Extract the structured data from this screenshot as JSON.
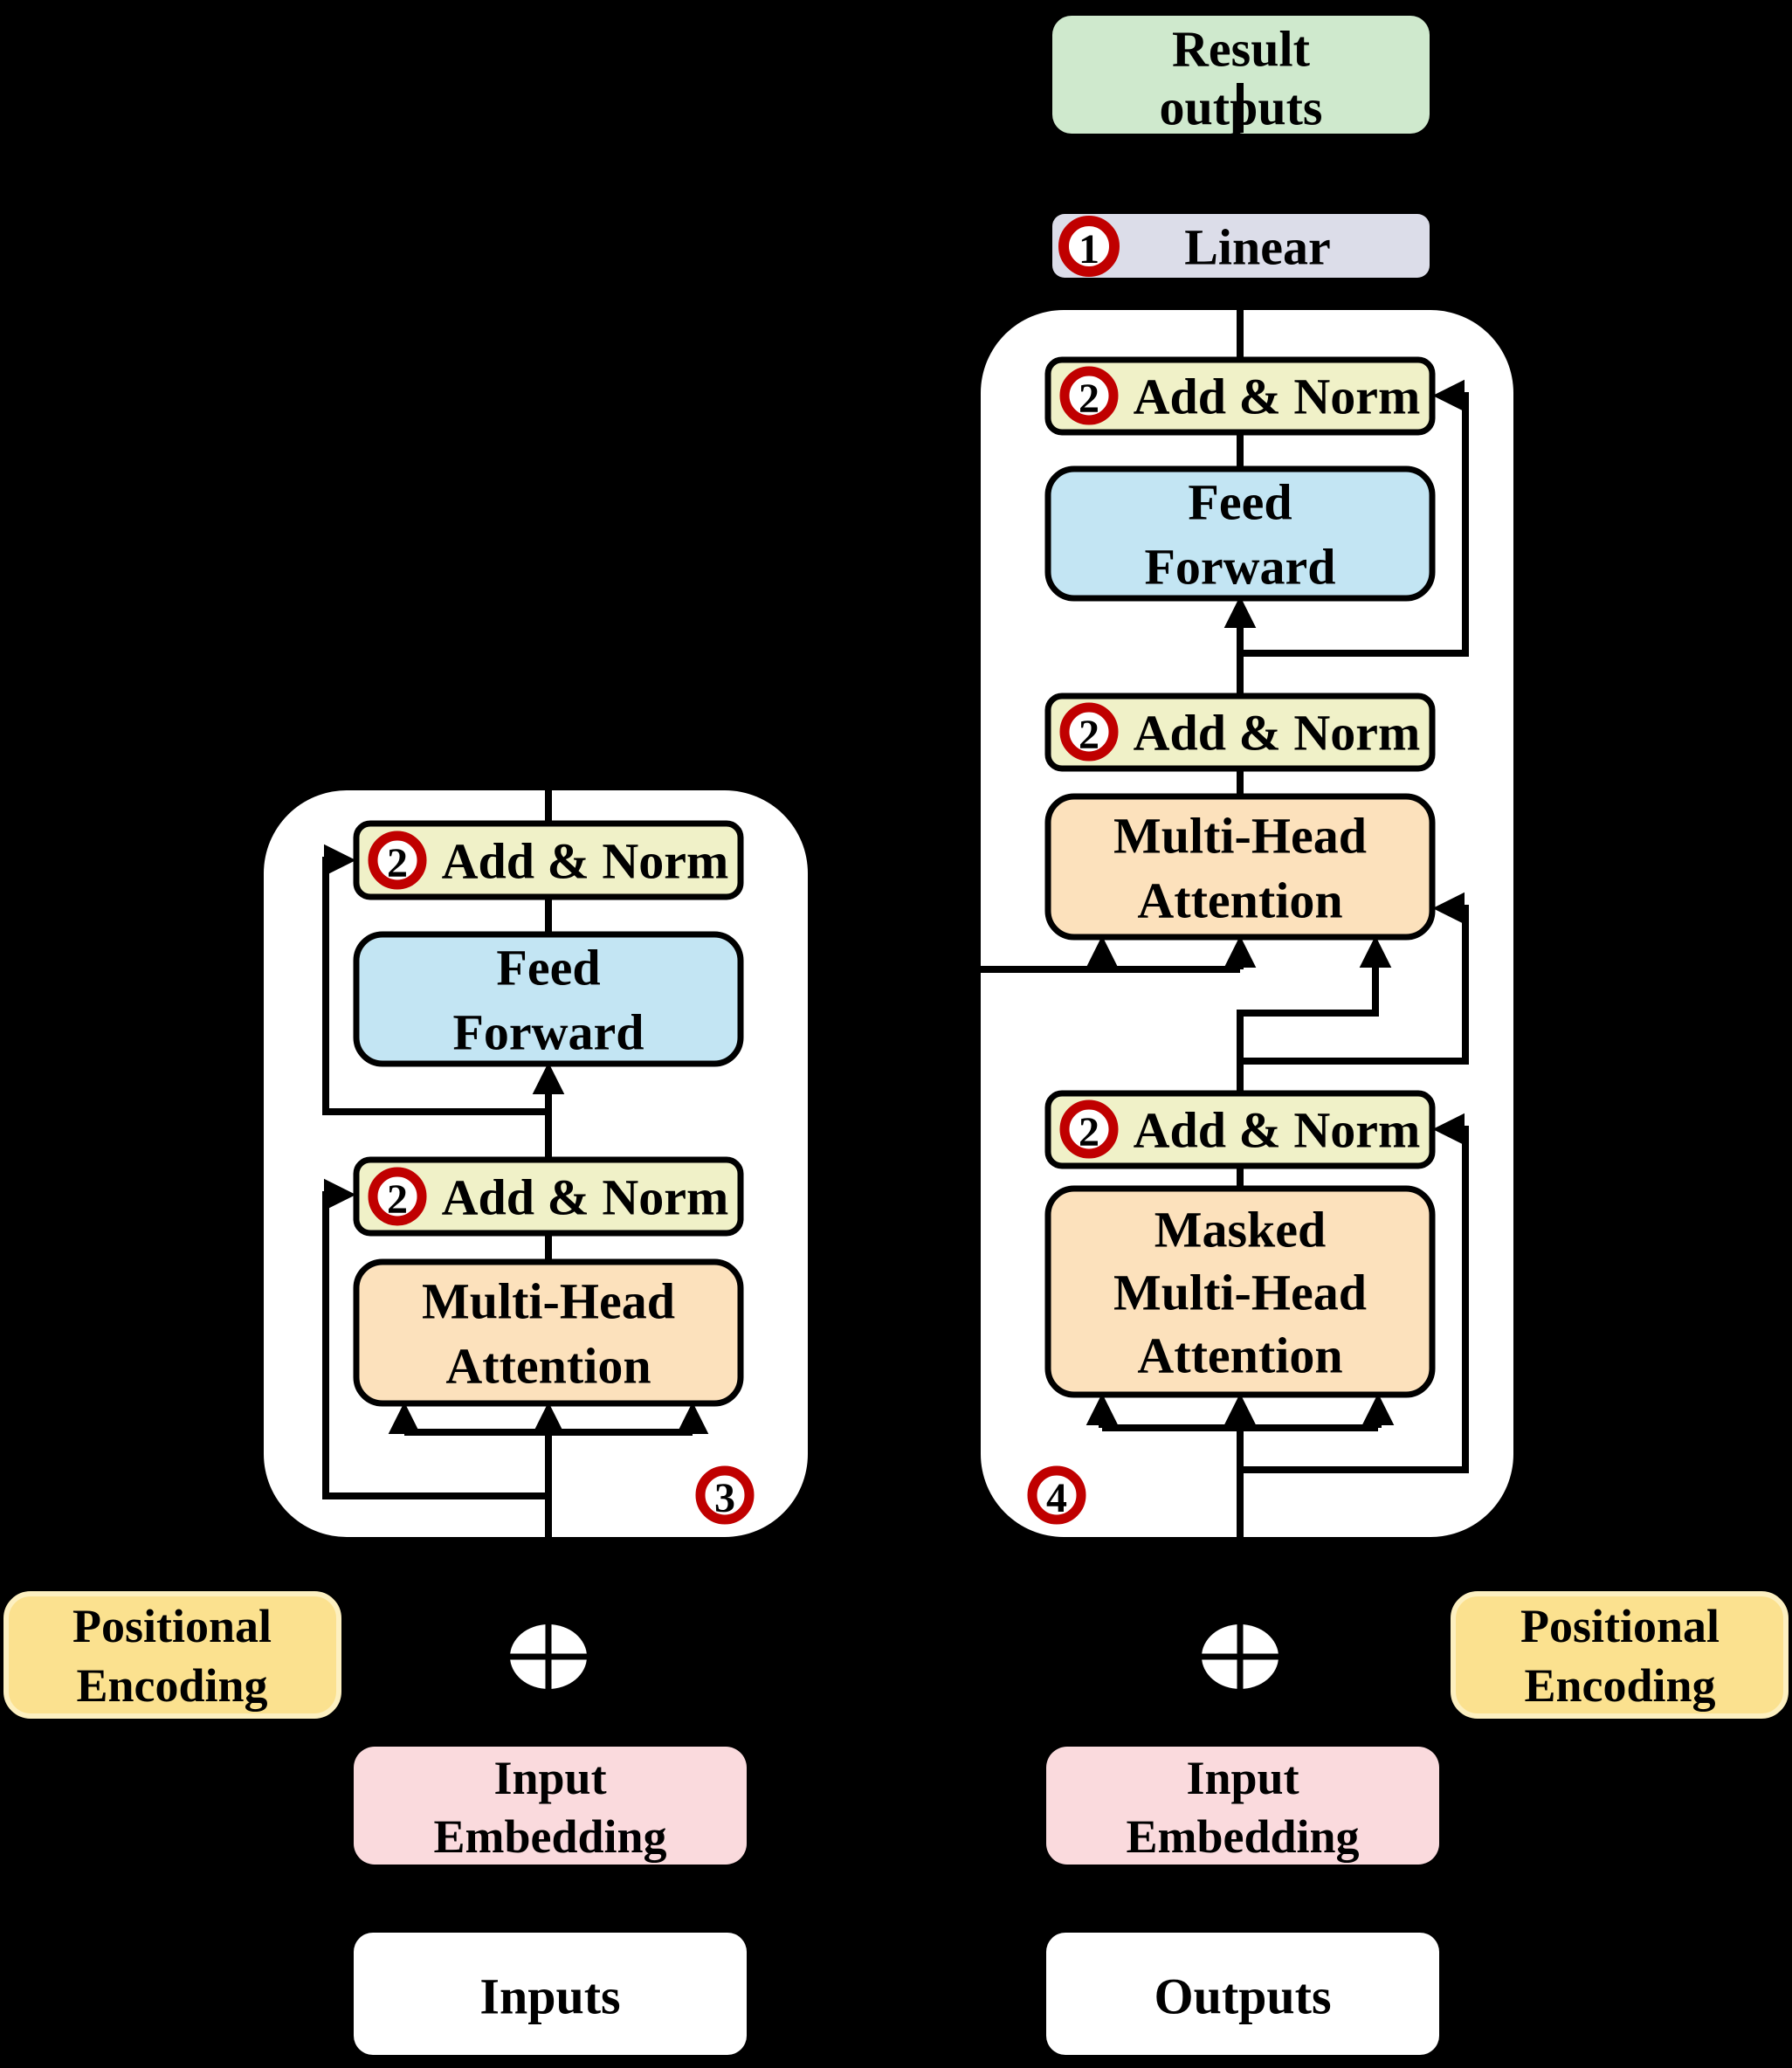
{
  "title": "Transformer encoder-decoder architecture diagram",
  "colors": {
    "background": "#000000",
    "container_fill": "#ffffff",
    "add_norm_fill": "#f0f1c8",
    "feed_forward_fill": "#c3e5f3",
    "attention_fill": "#fce1bc",
    "linear_fill": "#dcdde9",
    "result_fill": "#cfe9cd",
    "positional_fill": "#fbe18f",
    "positional_border": "#fdf0c0",
    "embedding_fill": "#fadadd",
    "io_fill": "#ffffff",
    "badge_ring": "#c00000",
    "badge_fill": "#ffffff",
    "line": "#000000"
  },
  "badges": {
    "linear": "1",
    "add_norm": "2",
    "encoder": "3",
    "decoder": "4"
  },
  "labels": {
    "result": {
      "line1": "Result",
      "line2": "outputs"
    },
    "linear": "Linear",
    "add_norm": "Add & Norm",
    "feed_forward": {
      "line1": "Feed",
      "line2": "Forward"
    },
    "attention": {
      "line1": "Multi-Head",
      "line2": "Attention"
    },
    "masked_attention": {
      "line1": "Masked",
      "line2": "Multi-Head",
      "line3": "Attention"
    },
    "positional": {
      "line1": "Positional",
      "line2": "Encoding"
    },
    "embedding": {
      "line1": "Input",
      "line2": "Embedding"
    },
    "inputs": "Inputs",
    "outputs": "Outputs"
  }
}
